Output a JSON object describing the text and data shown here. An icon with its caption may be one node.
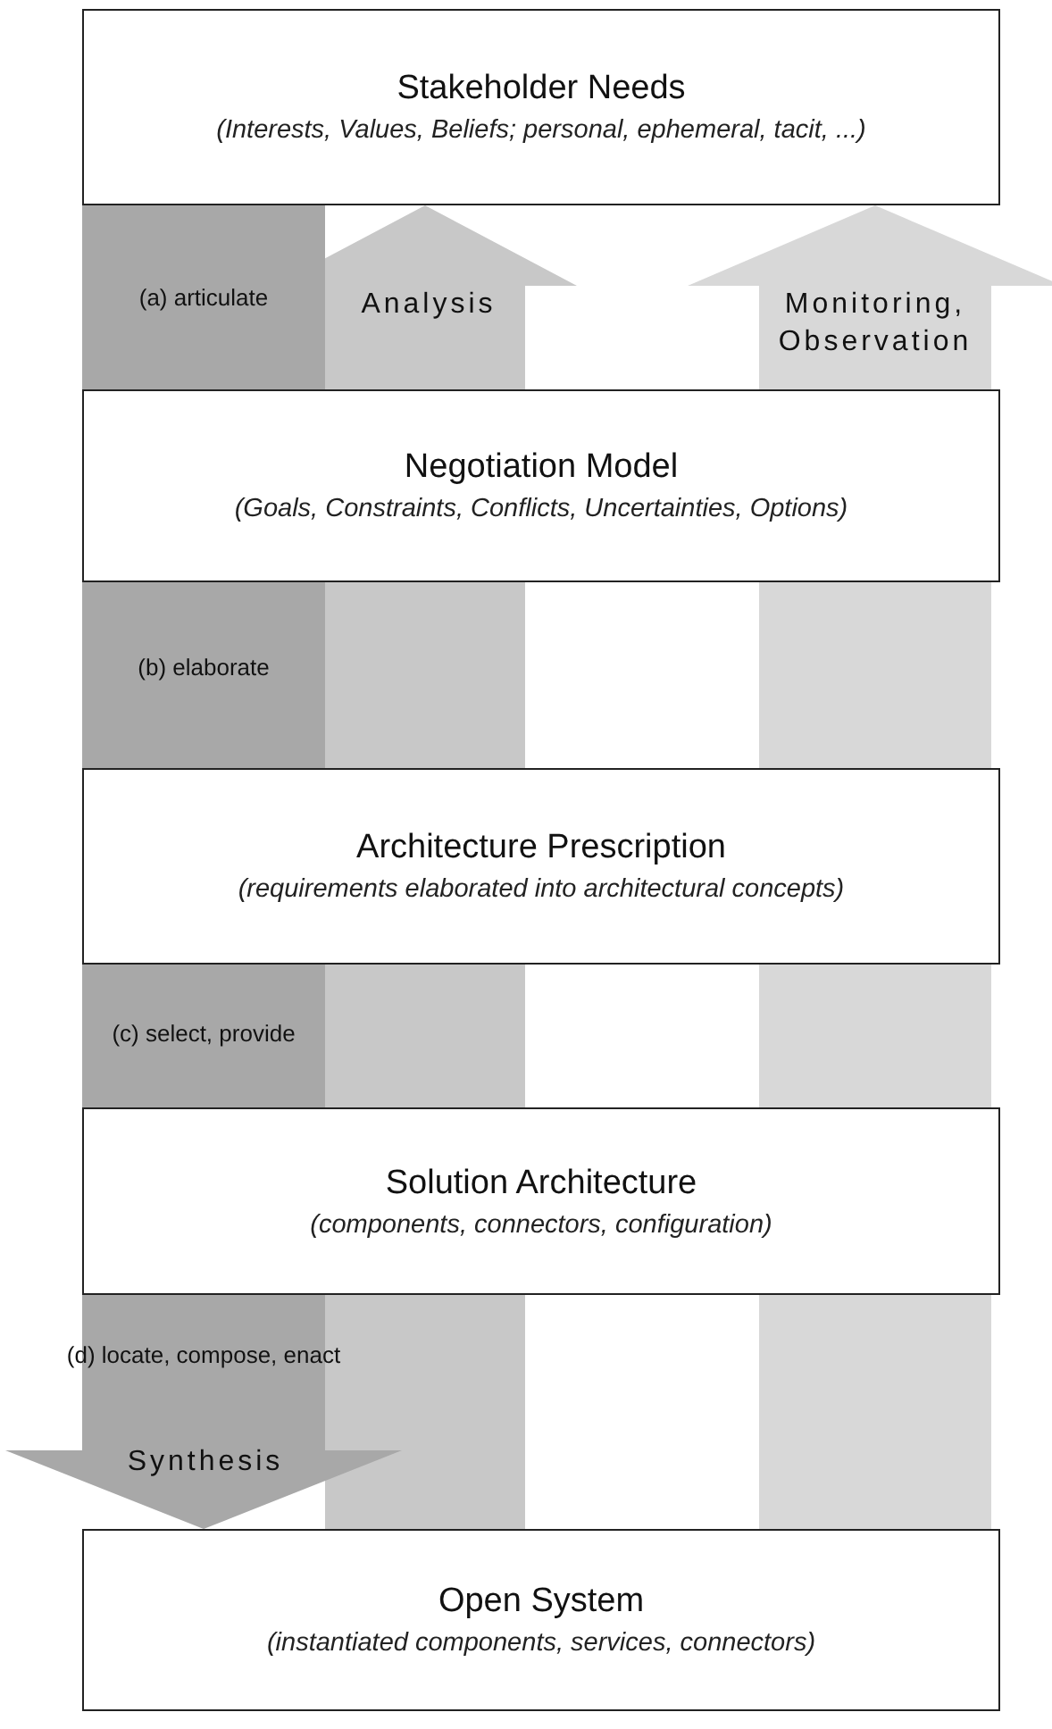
{
  "diagram": {
    "nodes": [
      {
        "text": [
          "Stakeholder Needs",
          "(Interests, Values, Beliefs; personal, ephemeral, tacit, ...)"
        ]
      },
      {
        "text": [
          "Negotiation Model",
          "(Goals, Constraints, Conflicts, Uncertainties, Options)"
        ]
      },
      {
        "text": [
          "Architecture Prescription",
          "(requirements elaborated into architectural concepts)"
        ]
      },
      {
        "text": [
          "Solution Architecture",
          "(components, connectors, configuration)"
        ]
      },
      {
        "text": [
          "Open System",
          "(instantiated components, services, connectors)"
        ]
      }
    ],
    "edges": [
      {
        "from": 0,
        "to": 1,
        "arrow": "none",
        "style": "thick",
        "color": "#a8a8a8"
      },
      {
        "from": 1,
        "to": 2,
        "arrow": "none",
        "style": "thick",
        "color": "#a8a8a8"
      },
      {
        "from": 2,
        "to": 3,
        "arrow": "none",
        "style": "thick",
        "color": "#a8a8a8"
      },
      {
        "from": 3,
        "to": 4,
        "arrow": "to",
        "label": "Synthesis",
        "style": "thick",
        "color": "#a8a8a8"
      },
      {
        "from": 4,
        "to": 3,
        "arrow": "none",
        "style": "thick",
        "color": "#c8c8c8"
      },
      {
        "from": 3,
        "to": 2,
        "arrow": "none",
        "style": "thick",
        "color": "#c8c8c8"
      },
      {
        "from": 2,
        "to": 1,
        "arrow": "none",
        "style": "thick",
        "color": "#c8c8c8"
      },
      {
        "from": 1,
        "to": 0,
        "arrow": "to",
        "label": "Analysis",
        "style": "thick",
        "color": "#c8c8c8"
      },
      {
        "from": 4,
        "to": 3,
        "arrow": "none",
        "style": "thick",
        "color": "#d8d8d8"
      },
      {
        "from": 3,
        "to": 2,
        "arrow": "none",
        "style": "thick",
        "color": "#d8d8d8"
      },
      {
        "from": 2,
        "to": 1,
        "arrow": "none",
        "style": "thick",
        "color": "#d8d8d8"
      },
      {
        "from": 1,
        "to": 0,
        "arrow": "to",
        "label": "Monitoring, Observation",
        "style": "thick",
        "color": "#d8d8d8"
      }
    ],
    "labels": [
      "(a) articulate",
      "(b) elaborate",
      "(c) select, provide",
      "(d) locate, compose, enact"
    ]
  }
}
